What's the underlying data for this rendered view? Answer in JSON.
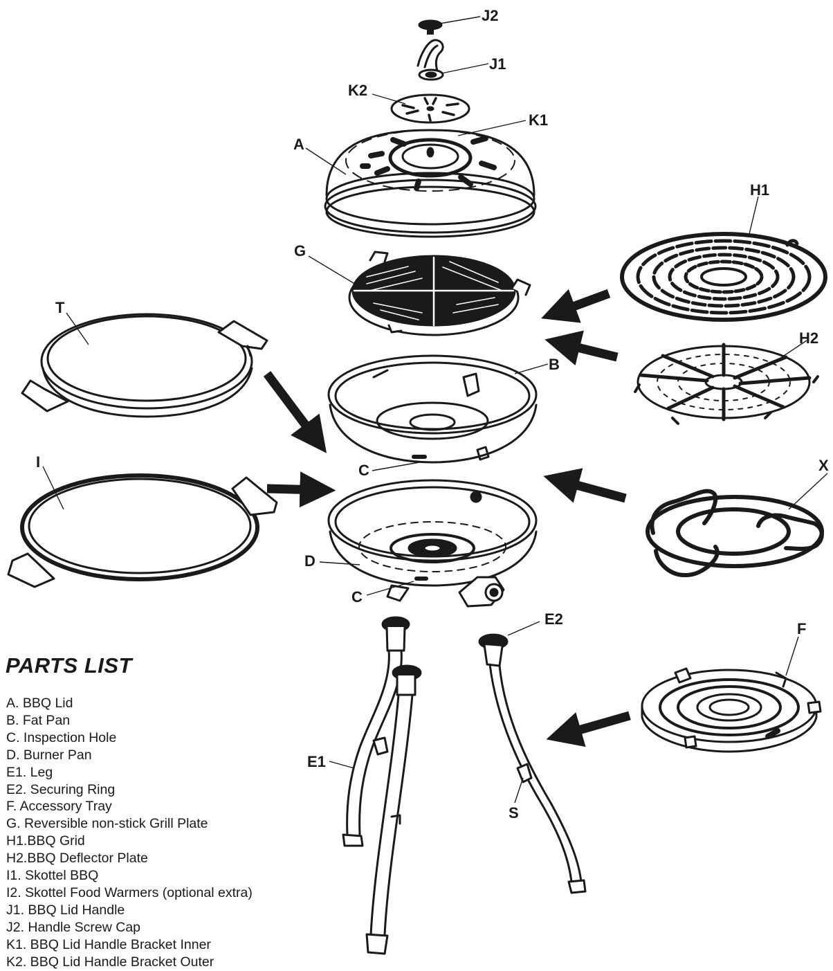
{
  "callouts": {
    "J2": "J2",
    "J1": "J1",
    "K2": "K2",
    "K1": "K1",
    "A": "A",
    "H1": "H1",
    "G": "G",
    "T": "T",
    "B": "B",
    "H2": "H2",
    "C_upper": "C",
    "I": "I",
    "X": "X",
    "D": "D",
    "C_lower": "C",
    "E2": "E2",
    "F": "F",
    "E1": "E1",
    "S": "S"
  },
  "parts_list": {
    "title": "PARTS LIST",
    "items": [
      "A. BBQ Lid",
      "B. Fat Pan",
      "C. Inspection Hole",
      "D. Burner Pan",
      "E1. Leg",
      "E2. Securing Ring",
      "F. Accessory Tray",
      "G. Reversible non-stick Grill Plate",
      "H1.BBQ Grid",
      "H2.BBQ Deflector Plate",
      "I1. Skottel BBQ",
      "I2.  Skottel Food Warmers (optional extra)",
      "J1. BBQ Lid Handle",
      "J2. Handle Screw Cap",
      "K1. BBQ Lid Handle Bracket Inner",
      "K2. BBQ Lid Handle Bracket Outer"
    ]
  }
}
